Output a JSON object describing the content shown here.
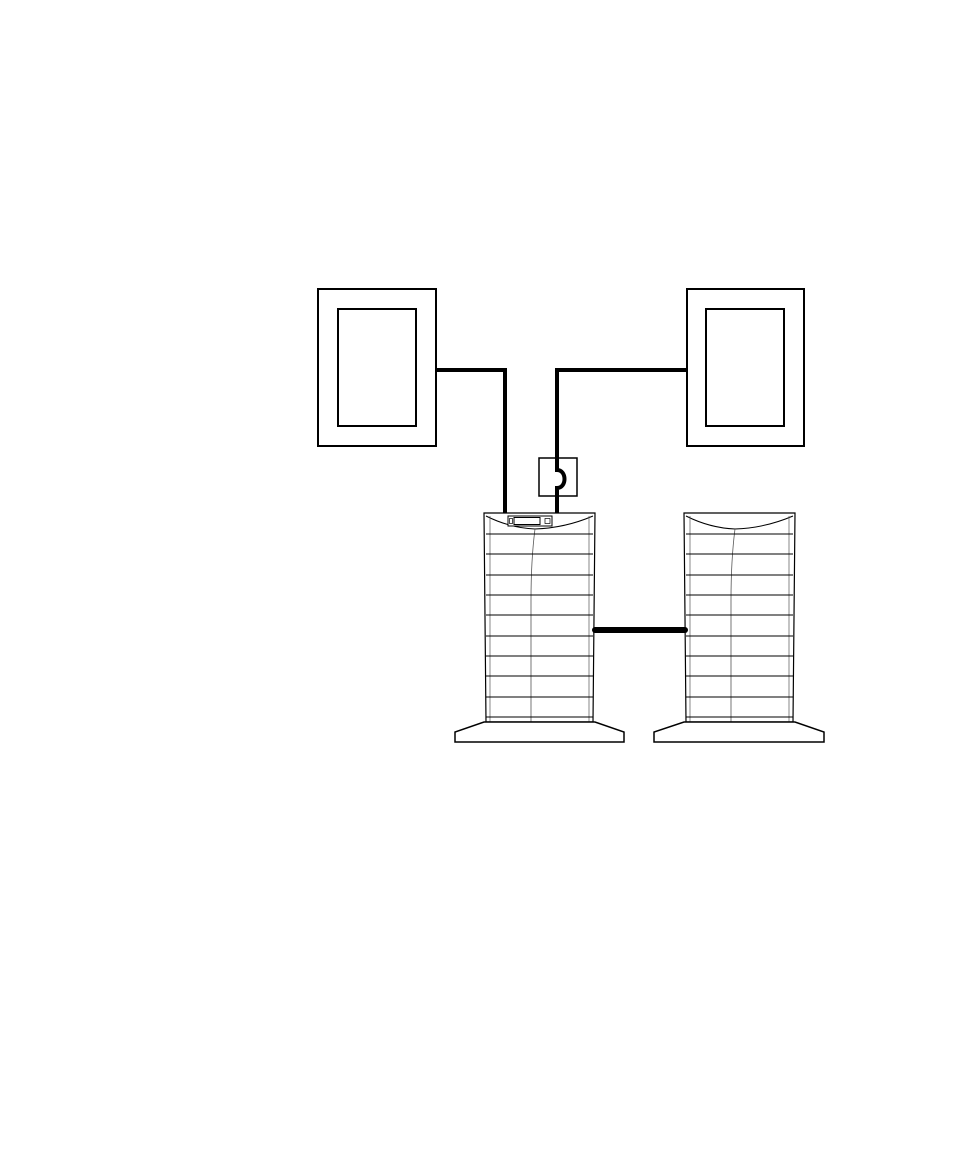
{
  "diagram": {
    "colors": {
      "background": "#ffffff",
      "line": "#000000",
      "thin_line": "#555555"
    },
    "panels": [
      {
        "name": "left-wall-panel"
      },
      {
        "name": "right-wall-panel"
      }
    ],
    "junction_box": {
      "name": "junction-box",
      "icon": "loop-connector-icon"
    },
    "cabinets": [
      {
        "name": "ups-cabinet",
        "has_display": true,
        "module_rows": 10
      },
      {
        "name": "battery-cabinet",
        "has_display": false,
        "module_rows": 10
      }
    ],
    "cables": [
      {
        "name": "cable-left-panel-to-ups"
      },
      {
        "name": "cable-right-panel-to-junction"
      },
      {
        "name": "cable-ups-to-battery-cabinet"
      }
    ]
  }
}
